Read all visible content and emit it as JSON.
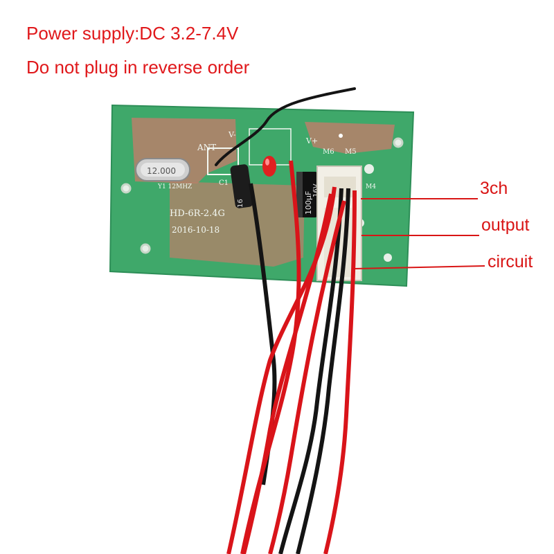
{
  "header": {
    "line1": "Power supply:DC 3.2-7.4V",
    "line2": "Do not plug in reverse order"
  },
  "callouts": [
    "3ch",
    "output",
    "circuit"
  ],
  "board": {
    "model": "HD-6R-2.4G",
    "date": "2016-10-18",
    "crystal": "12.000",
    "crystal_sub": "Y1 12MHZ",
    "ant_label": "ANT",
    "vplus_label": "V+",
    "vminus_label": "V-",
    "m6_label": "M6",
    "m5_label": "M5",
    "m4_label": "M4",
    "c1_label": "C1",
    "cap_text1": "100μF",
    "cap_text2": "16V",
    "cap_small": "16"
  },
  "colors": {
    "text_red": "#e0181b",
    "pcb_green": "#3fa86a",
    "copper": "#b8806a",
    "wire_red": "#d9141a",
    "wire_black": "#141414"
  }
}
